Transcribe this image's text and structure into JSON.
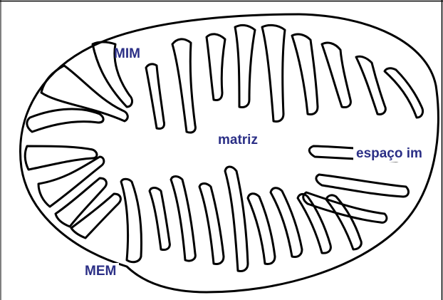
{
  "diagram": {
    "labels": {
      "mim": "MIM",
      "matriz": "matriz",
      "espaco": "espaço im",
      "mem": "MEM"
    },
    "colors": {
      "label": "#2b2f86",
      "outline": "#000000",
      "background": "#ffffff"
    }
  }
}
